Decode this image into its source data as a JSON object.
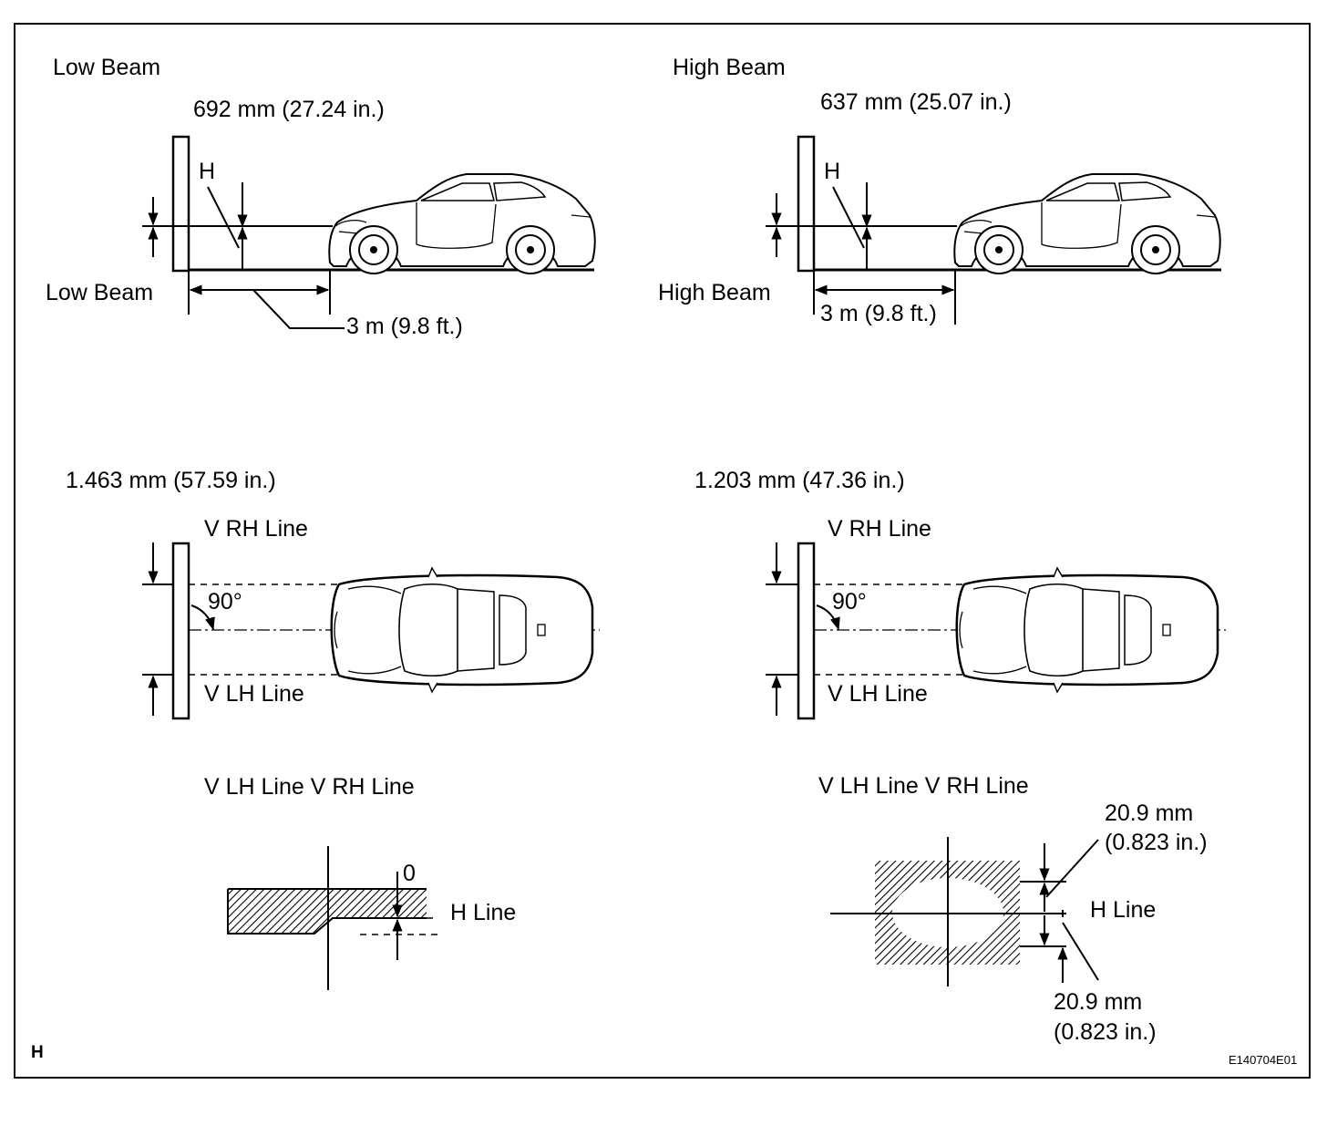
{
  "low_beam": {
    "title": "Low Beam",
    "height_value": "692 mm (27.24 in.)",
    "h_label": "H",
    "beam_label": "Low Beam",
    "distance": "3 m (9.8 ft.)",
    "width_value": "1.463 mm (57.59 in.)",
    "v_rh_line": "V RH Line",
    "v_lh_line": "V LH Line",
    "angle": "90°",
    "pattern_label": "V LH Line V RH Line",
    "zero_label": "0",
    "h_line": "H Line"
  },
  "high_beam": {
    "title": "High Beam",
    "height_value": "637 mm (25.07 in.)",
    "h_label": "H",
    "beam_label": "High Beam",
    "distance": "3 m (9.8 ft.)",
    "width_value": "1.203 mm (47.36 in.)",
    "v_rh_line": "V RH Line",
    "v_lh_line": "V LH Line",
    "angle": "90°",
    "pattern_label": "V LH Line V RH Line",
    "tolerance_top_mm": "20.9 mm",
    "tolerance_top_in": "(0.823 in.)",
    "h_line": "H Line",
    "tolerance_bottom_mm": "20.9 mm",
    "tolerance_bottom_in": "(0.823 in.)"
  },
  "footer": {
    "corner_mark": "H",
    "figure_code": "E140704E01"
  }
}
